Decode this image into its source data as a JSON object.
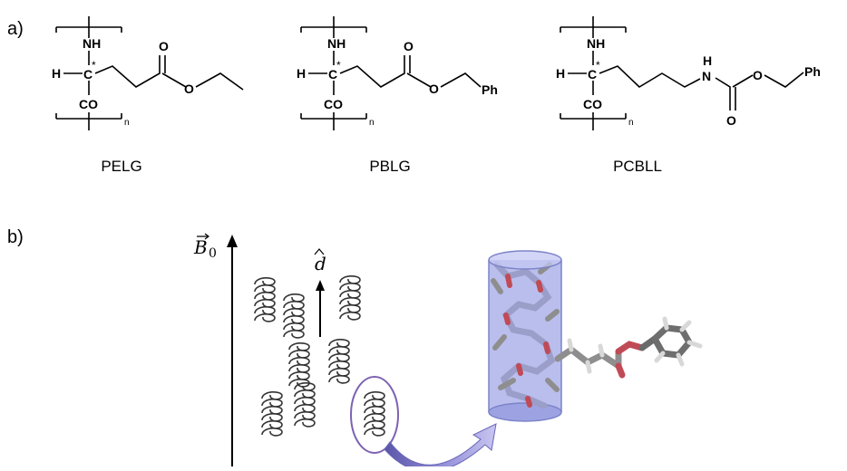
{
  "panels": {
    "a": "a)",
    "b": "b)"
  },
  "atoms": {
    "nh": "NH",
    "h": "H",
    "c": "C",
    "star": "*",
    "co": "CO",
    "n": "n",
    "o": "O",
    "ph": "Ph",
    "n_atom": "N",
    "h_atom": "H"
  },
  "polymers": [
    {
      "name": "PELG"
    },
    {
      "name": "PBLG"
    },
    {
      "name": "PCBLL"
    }
  ],
  "field": {
    "symbol": "B",
    "subscript": "0"
  },
  "director": {
    "symbol": "d"
  },
  "colors": {
    "cylinder_fill": "#aeb3ea",
    "cylinder_stroke": "#7c83c8",
    "ellipse_stroke": "#7d62b3",
    "arrow_fill": "#8a86d4",
    "stick_gray": "#8e8e8e",
    "stick_blue": "#9a9ec8",
    "oxygen_red": "#c04a55"
  }
}
